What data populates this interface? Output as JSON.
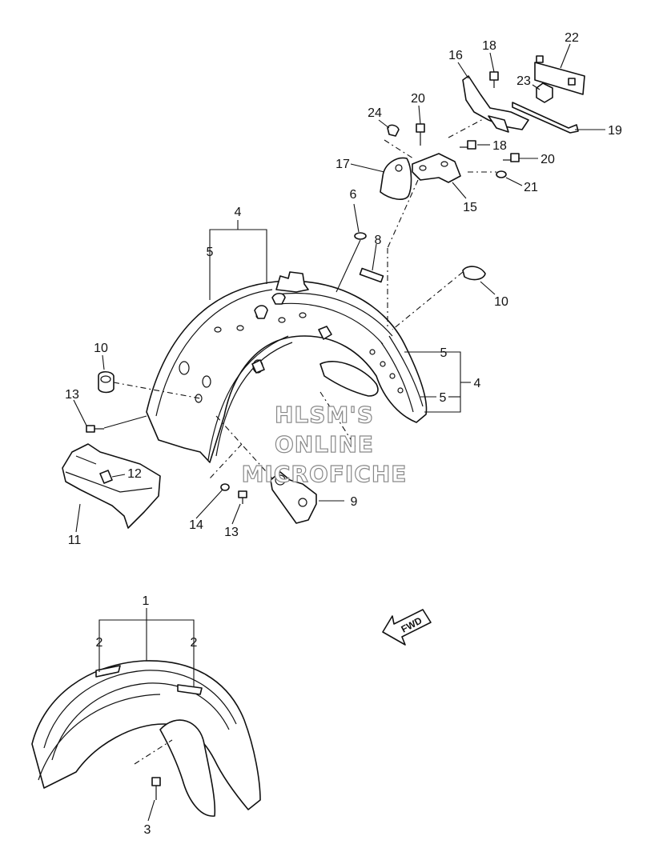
{
  "callouts": {
    "c1": "1",
    "c2a": "2",
    "c2b": "2",
    "c3": "3",
    "c4a": "4",
    "c4b": "4",
    "c5a": "5",
    "c5b": "5",
    "c5c": "5",
    "c6": "6",
    "c8": "8",
    "c9": "9",
    "c10a": "10",
    "c10b": "10",
    "c11": "11",
    "c12": "12",
    "c13a": "13",
    "c13b": "13",
    "c14": "14",
    "c15": "15",
    "c16": "16",
    "c17": "17",
    "c18a": "18",
    "c18b": "18",
    "c19": "19",
    "c20a": "20",
    "c20b": "20",
    "c21": "21",
    "c22": "22",
    "c23": "23",
    "c24": "24"
  },
  "watermark": [
    "HLSM'S",
    "ONLINE",
    "MICROFICHE"
  ],
  "direction_label": "FWD",
  "icons": {
    "direction": "fwd-arrow-icon"
  }
}
